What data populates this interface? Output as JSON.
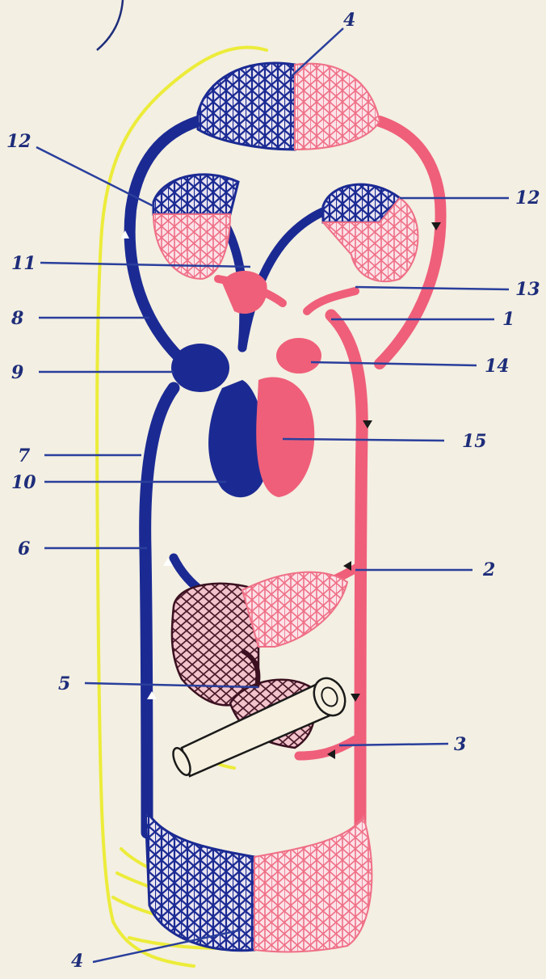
{
  "colors": {
    "background": "#f3efe2",
    "venous_blue": "#1b2a93",
    "arterial_red": "#ef5f7a",
    "capillary_red": "#f2a4b3",
    "lymph_yellow": "#ecec3a",
    "label_ink": "#1e2d7a",
    "leader_line": "#2a3f9c"
  },
  "labels": {
    "l4_top": "4",
    "l12_left": "12",
    "l12_right": "12",
    "l11": "11",
    "l13": "13",
    "l8": "8",
    "l1": "1",
    "l9": "9",
    "l14": "14",
    "l15": "15",
    "l7": "7",
    "l10": "10",
    "l6": "6",
    "l2": "2",
    "l5": "5",
    "l3": "3",
    "l4_bottom": "4"
  }
}
